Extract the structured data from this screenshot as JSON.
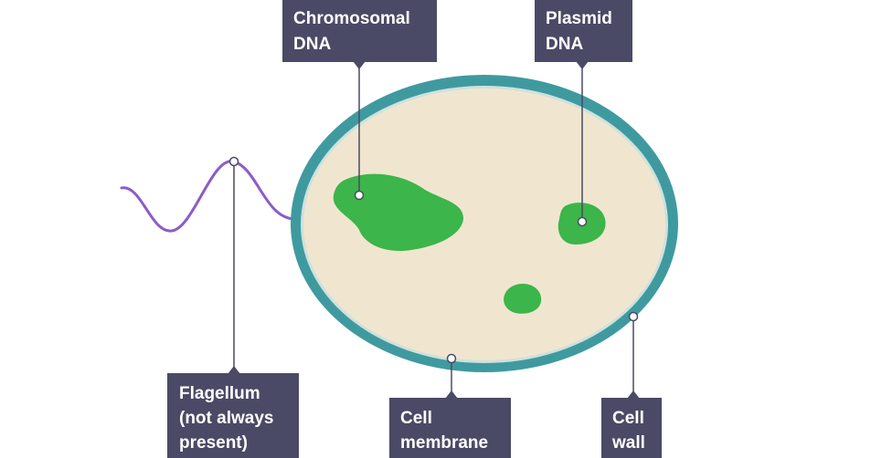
{
  "labels": {
    "chromosomal_dna": [
      "Chromosomal",
      "DNA"
    ],
    "plasmid_dna": [
      "Plasmid",
      "DNA"
    ],
    "flagellum": [
      "Flagellum",
      "(not always",
      "present)"
    ],
    "cell_membrane": [
      "Cell",
      "membrane"
    ],
    "cell_wall": [
      "Cell",
      "wall"
    ]
  },
  "colors": {
    "cell_wall": "#3f9aa0",
    "cytoplasm": "#f0e6cf",
    "dna": "#3cb54a",
    "flagellum": "#8c5cc8",
    "label_box": "#4a4a66",
    "label_text": "#ffffff",
    "leader_line": "#4a4a66"
  }
}
